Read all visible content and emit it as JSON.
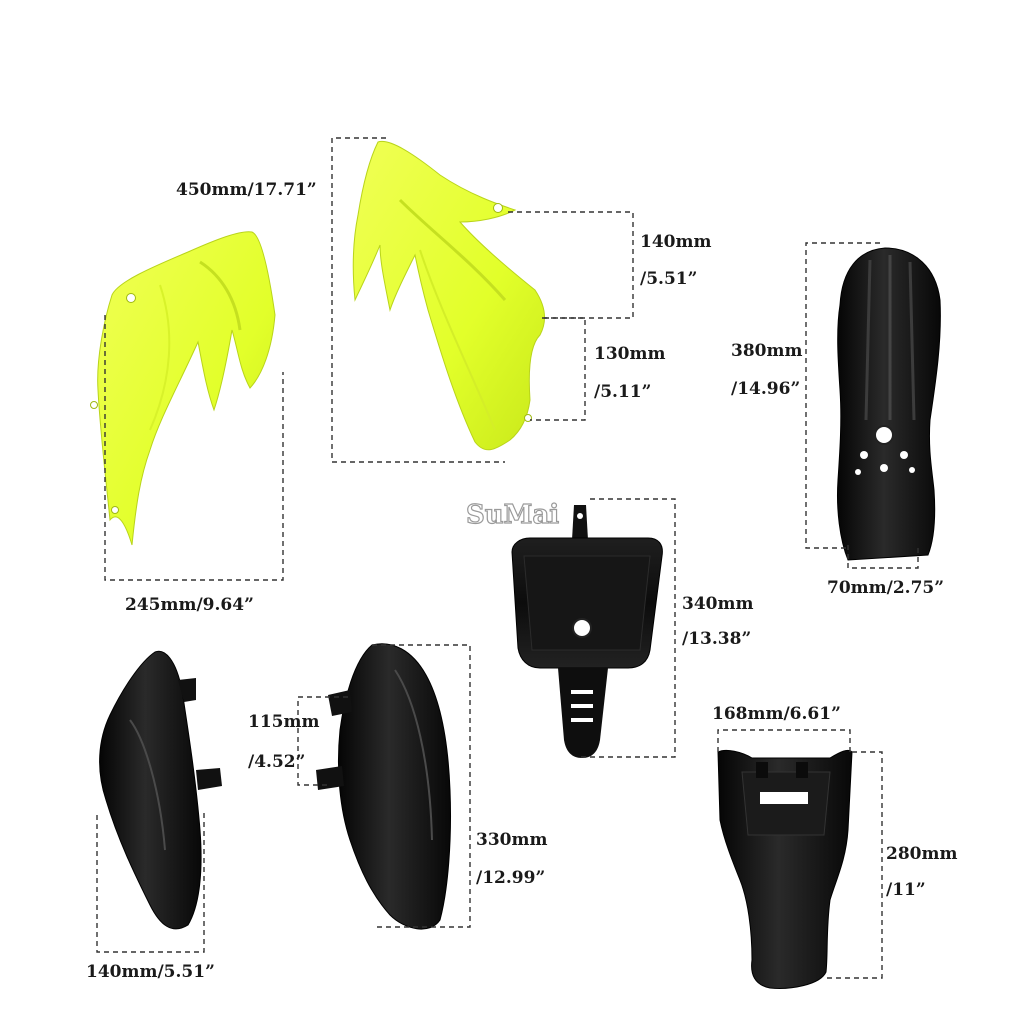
{
  "watermark": "SuMai",
  "colors": {
    "neon_yellow": "#e6ff33",
    "black_plastic": "#111111",
    "dim_line": "#333333",
    "background": "#ffffff"
  },
  "parts": {
    "shroud_left": {
      "width_label": "245mm/9.64”"
    },
    "shroud_right": {
      "height_label": "450mm/17.71”",
      "upper_label_mm": "140mm",
      "upper_label_in": "/5.51”",
      "lower_label_mm": "130mm",
      "lower_label_in": "/5.11”"
    },
    "front_fender": {
      "height_label_mm": "380mm",
      "height_label_in": "/14.96”",
      "width_label": "70mm/2.75”"
    },
    "number_plate": {
      "height_label_mm": "340mm",
      "height_label_in": "/13.38”"
    },
    "side_cover_left": {
      "width_label": "140mm/5.51”"
    },
    "side_cover_right": {
      "tab_label_mm": "115mm",
      "tab_label_in": "/4.52”",
      "height_label_mm": "330mm",
      "height_label_in": "/12.99”"
    },
    "rear_fender": {
      "width_label": "168mm/6.61”",
      "height_label_mm": "280mm",
      "height_label_in": "/11”"
    }
  }
}
